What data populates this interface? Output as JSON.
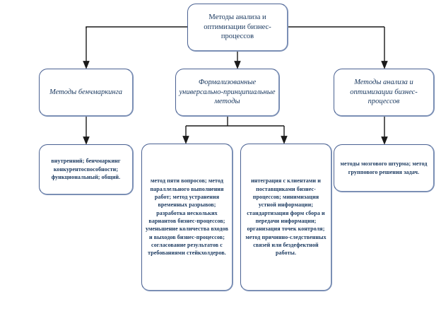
{
  "diagram": {
    "type": "hierarchy-flowchart",
    "accent_border_color": "#4a6192",
    "shadow_border_color": "#7b8fb5",
    "text_color": "#17365d",
    "background_color": "#ffffff",
    "connector_color": "#1a1a1a",
    "root": {
      "label": "Методы анализа и оптимизации бизнес-процессов"
    },
    "level2": [
      {
        "label": "Методы бенчмаркинга"
      },
      {
        "label": "Формализованные универсально-принципиальные методы"
      },
      {
        "label": "Методы анализа и оптимизации бизнес-процессов"
      }
    ],
    "level3": [
      {
        "label": "внутренний; бенчмаркинг конкурентоспособности; функциональный; общий."
      },
      {
        "label": "метод пяти вопросов; метод параллельного выполнения работ; метод устранения временных разрывов; разработка нескольких вариантов бизнес-процессов; уменьшение количества входов и выходов бизнес-процессов; согласование результатов с требованиями стейкхолдеров."
      },
      {
        "label": "интеграция с клиентами и поставщиками бизнес-процессов; минимизация устной информации; стандартизация форм сбора и передачи информации; организация точек контроля; метод причинно-следственных связей или бездефектной работы."
      },
      {
        "label": "методы мозгового штурма; метод группового решения задач."
      }
    ]
  }
}
